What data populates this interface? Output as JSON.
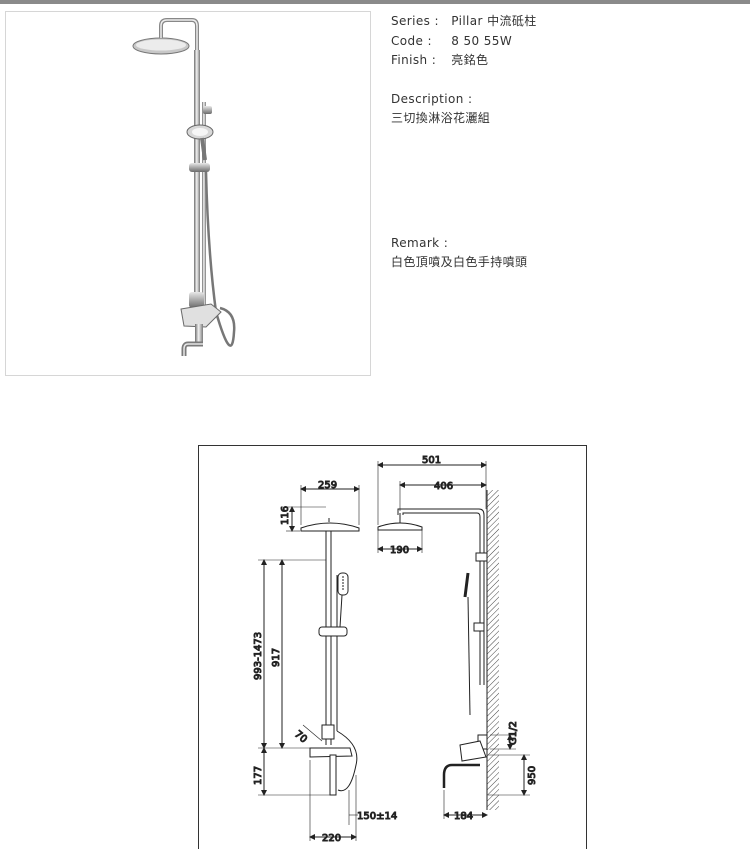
{
  "product": {
    "series_label": "Series :",
    "series_value": "Pillar 中流砥柱",
    "code_label": "Code :",
    "code_value": "8 50 55W",
    "finish_label": "Finish :",
    "finish_value": "亮銘色",
    "description_label": "Description :",
    "description_value": "三切換淋浴花灑組",
    "remark_label": "Remark :",
    "remark_value": "白色頂噴及白色手持噴頭"
  },
  "drawing": {
    "dim_259": "259",
    "dim_116": "116",
    "dim_993_1473": "993-1473",
    "dim_917": "917",
    "dim_70": "70",
    "dim_177": "177",
    "dim_150": "150±14",
    "dim_220": "220",
    "dim_501": "501",
    "dim_406": "406",
    "dim_190": "190",
    "dim_g12": "G1/2",
    "dim_950": "950",
    "dim_184": "184"
  },
  "colors": {
    "top_bar": "#8a8a8a",
    "frame_border": "#d6d6d6",
    "line": "#222222"
  }
}
